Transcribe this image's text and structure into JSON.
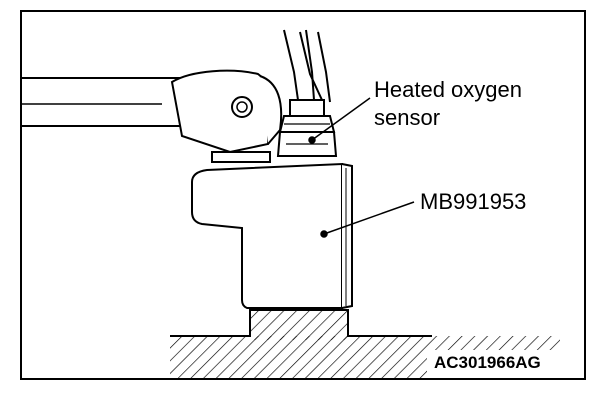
{
  "callouts": {
    "sensor_line1": "Heated oxygen",
    "sensor_line2": "sensor",
    "tool": "MB991953"
  },
  "figure_code": "AC301966AG"
}
